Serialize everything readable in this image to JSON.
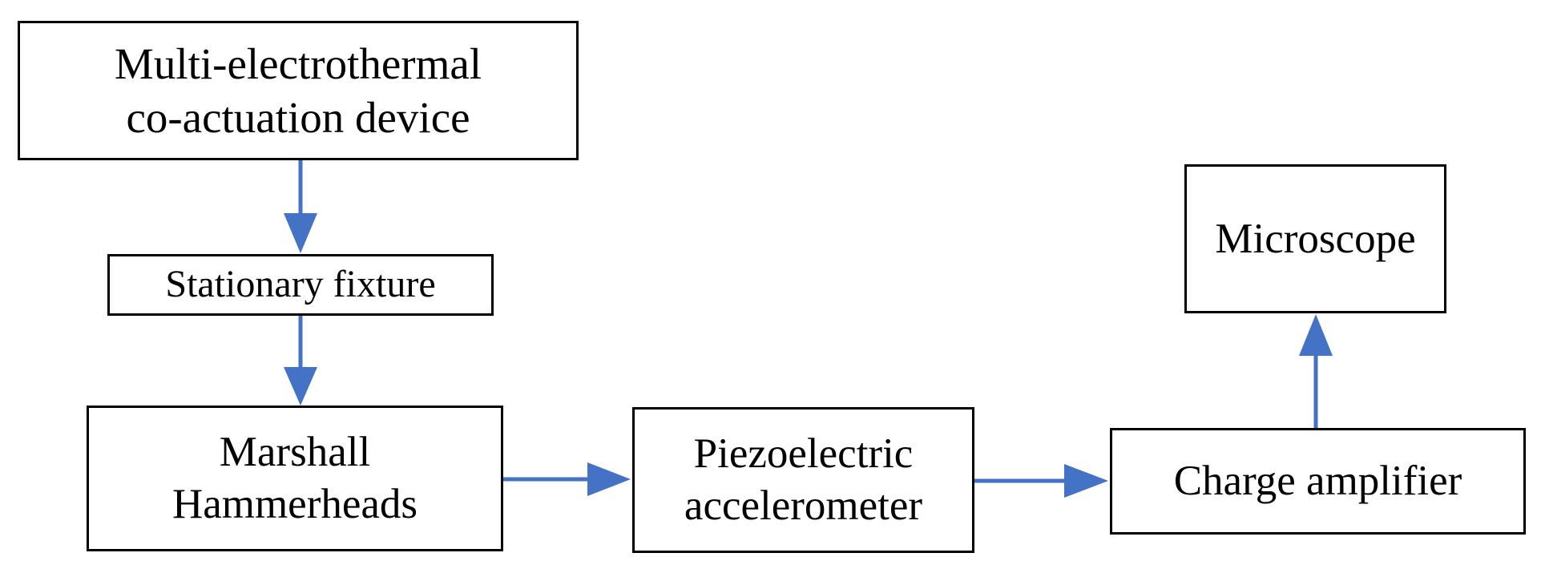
{
  "diagram": {
    "nodes": [
      {
        "id": "device",
        "label_lines": [
          "Multi-electrothermal",
          "co-actuation device"
        ]
      },
      {
        "id": "fixture",
        "label_lines": [
          "Stationary fixture"
        ]
      },
      {
        "id": "hammer",
        "label_lines": [
          "Marshall",
          "Hammerheads"
        ]
      },
      {
        "id": "accel",
        "label_lines": [
          "Piezoelectric",
          "accelerometer"
        ]
      },
      {
        "id": "amp",
        "label_lines": [
          "Charge amplifier"
        ]
      },
      {
        "id": "micro",
        "label_lines": [
          "Microscope"
        ]
      }
    ],
    "edges": [
      {
        "from": "device",
        "to": "fixture"
      },
      {
        "from": "fixture",
        "to": "hammer"
      },
      {
        "from": "hammer",
        "to": "accel"
      },
      {
        "from": "accel",
        "to": "amp"
      },
      {
        "from": "amp",
        "to": "micro"
      }
    ],
    "colors": {
      "arrow": "#4472C4",
      "border": "#000000",
      "text": "#000000",
      "background": "#ffffff"
    }
  }
}
